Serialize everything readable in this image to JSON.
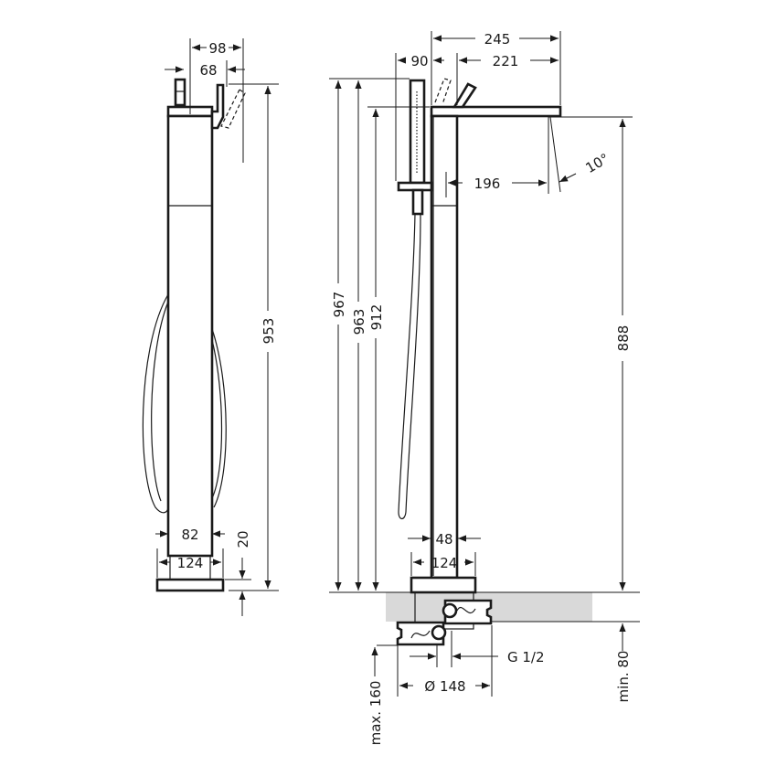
{
  "colors": {
    "line": "#1a1a1a",
    "floor": "#d9d9d9",
    "background": "#ffffff"
  },
  "side_view": {
    "width_98": "98",
    "width_68": "68",
    "height_953": "953",
    "width_82": "82",
    "width_124": "124",
    "height_20": "20"
  },
  "front_view": {
    "width_245": "245",
    "width_221": "221",
    "width_90": "90",
    "height_967": "967",
    "height_963": "963",
    "height_912": "912",
    "height_888": "888",
    "reach_196": "196",
    "angle_10": "10°",
    "width_48": "48",
    "width_124": "124",
    "thread": "G 1/2",
    "diameter": "Ø 148",
    "max_160": "max. 160",
    "min_80": "min. 80"
  }
}
